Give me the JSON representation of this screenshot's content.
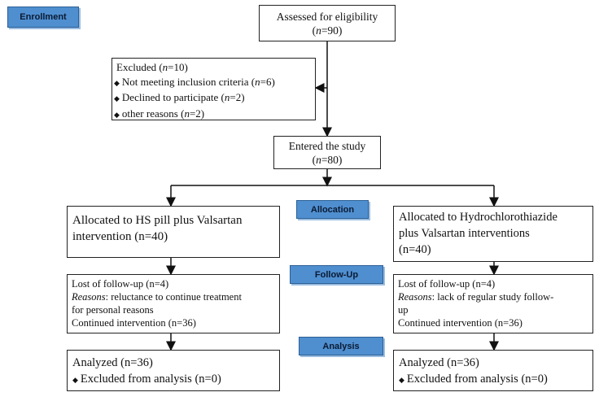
{
  "stages": {
    "enrollment": "Enrollment",
    "allocation": "Allocation",
    "follow_up": "Follow-Up",
    "analysis": "Analysis"
  },
  "assessed": {
    "line1": "Assessed for eligibility",
    "n_pre": "(",
    "n_var": "n",
    "n_post": "=90)"
  },
  "excluded": {
    "head_pre": "Excluded (",
    "head_var": "n",
    "head_post": "=10)",
    "items": [
      {
        "pre": "Not meeting inclusion criteria (",
        "var": "n",
        "post": "=6)"
      },
      {
        "pre": "Declined to participate (",
        "var": "n",
        "post": "=2)"
      },
      {
        "pre": "other reasons (",
        "var": "n",
        "post": "=2)"
      }
    ]
  },
  "entered": {
    "line1": "Entered the study",
    "n_pre": "(",
    "n_var": "n",
    "n_post": "=80)"
  },
  "left_arm": {
    "alloc_line1": "Allocated to HS pill plus Valsartan",
    "alloc_line2": "intervention (n=40)",
    "lost": "Lost of follow-up (n=4)",
    "reasons_label": "Reasons",
    "reasons_line1": ": reluctance to continue treatment",
    "reasons_line2": "for personal reasons",
    "continued": "Continued intervention (n=36)",
    "analyzed": "Analyzed (n=36)",
    "excluded_analysis": "Excluded from analysis (n=0)"
  },
  "right_arm": {
    "alloc_line1": "Allocated to Hydrochlorothiazide",
    "alloc_line2": "plus Valsartan interventions",
    "alloc_line3": "(n=40)",
    "lost": "Lost of follow-up (n=4)",
    "reasons_label": "Reasons",
    "reasons_line1": ": lack of regular study follow-",
    "reasons_line2": "up",
    "continued": "Continued intervention (n=36)",
    "analyzed": "Analyzed (n=36)",
    "excluded_analysis": "Excluded from analysis (n=0)"
  }
}
